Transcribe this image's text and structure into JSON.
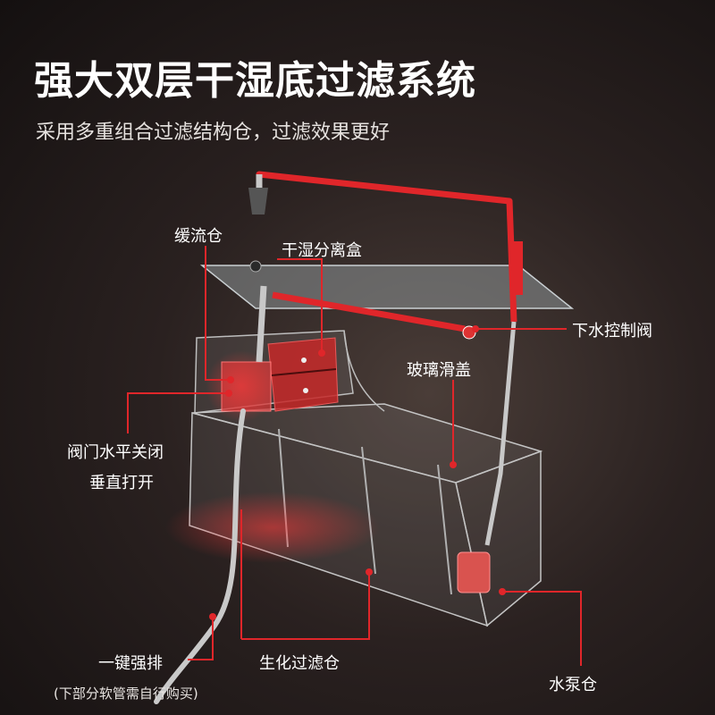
{
  "header": {
    "title": "强大双层干湿底过滤系统",
    "subtitle": "采用多重组合过滤结构仓，过滤效果更好"
  },
  "labels": {
    "buffer_chamber": "缓流仓",
    "dry_wet_box": "干湿分离盒",
    "drain_valve": "下水控制阀",
    "glass_cover": "玻璃滑盖",
    "valve_line1": "阀门水平关闭",
    "valve_line2": "垂直打开",
    "one_key_drain": "一键强排",
    "hose_note": "(下部分软管需自行购买)",
    "bio_chamber": "生化过滤仓",
    "pump_chamber": "水泵仓"
  },
  "colors": {
    "accent": "#e0262a",
    "pipe": "#c8c8c8",
    "glass": "#9aa0a3"
  }
}
